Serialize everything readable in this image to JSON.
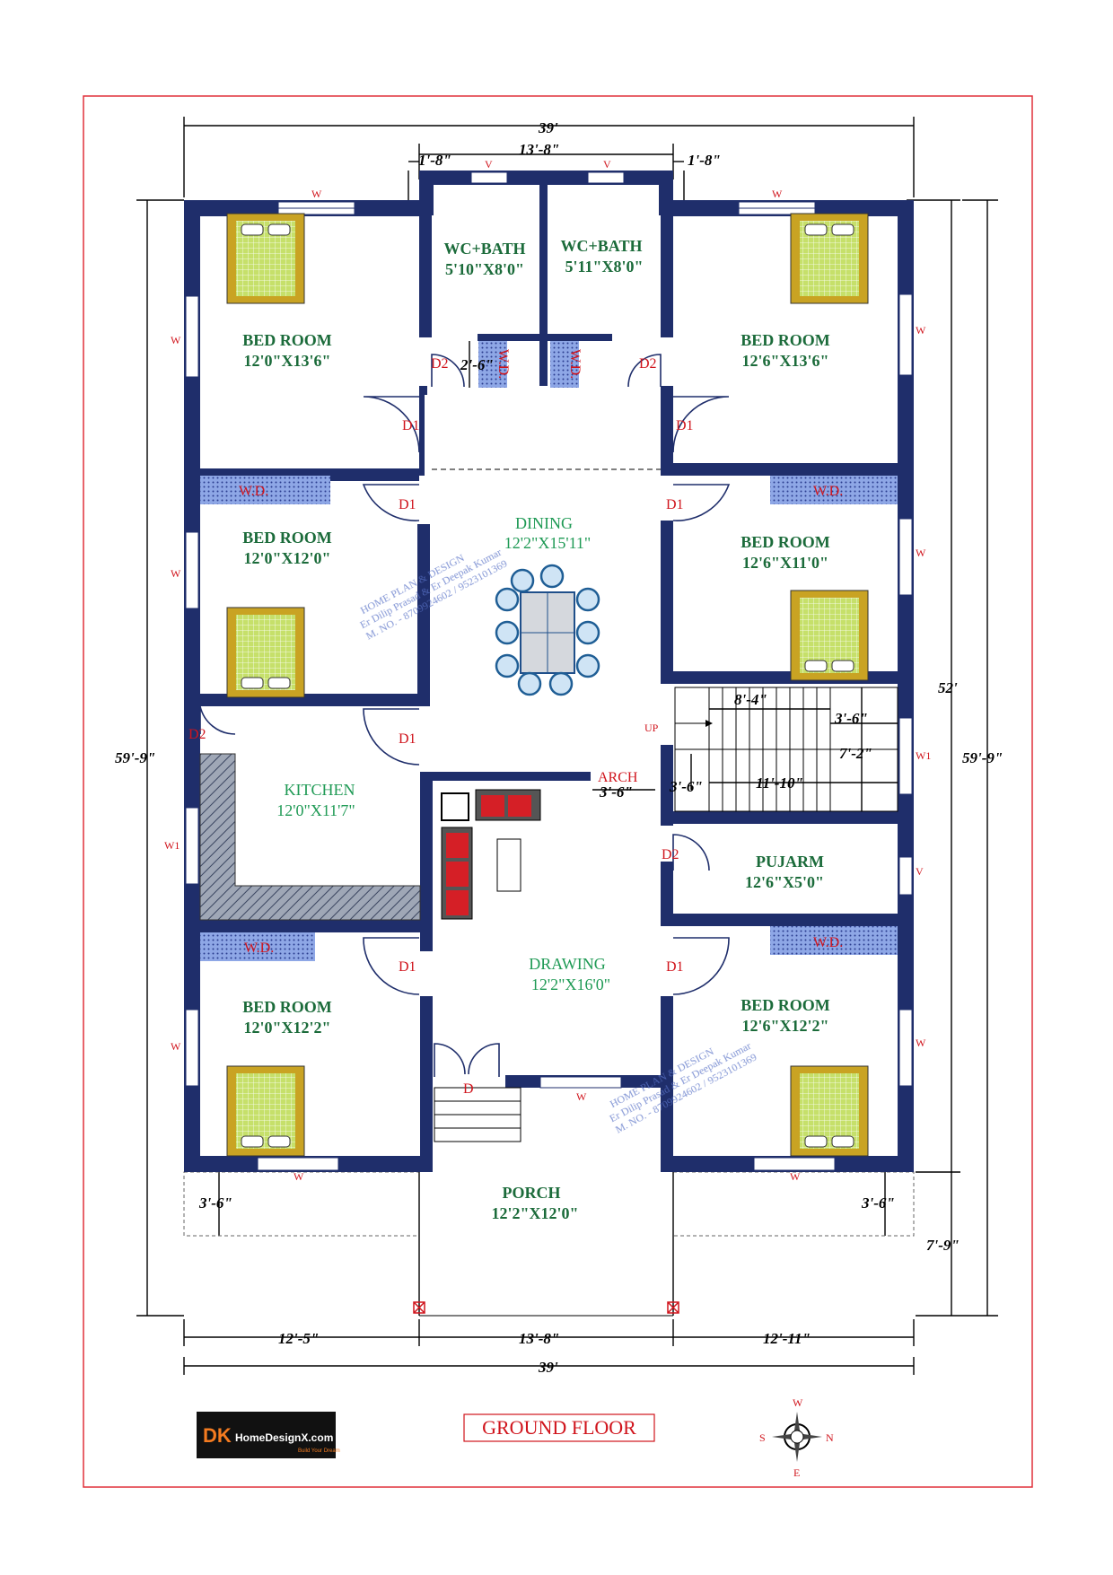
{
  "drawing": {
    "title": "GROUND FLOOR",
    "logo_text": "HomeDesignX.com",
    "logo_initials": "DK",
    "logo_tagline": "Build Your Dream",
    "watermark_lines": [
      "HOME PLAN & DESIGN",
      "Er Dilip Prasad & Er Deepak Kumar",
      "M. NO. - 8709924602 / 9523101369"
    ]
  },
  "rooms": {
    "bed_tl": {
      "name": "BED ROOM",
      "size": "12'0\"X13'6\""
    },
    "bath_l": {
      "name": "WC+BATH",
      "size": "5'10\"X8'0\""
    },
    "bath_r": {
      "name": "WC+BATH",
      "size": "5'11\"X8'0\""
    },
    "bed_tr": {
      "name": "BED ROOM",
      "size": "12'6\"X13'6\""
    },
    "bed_ml": {
      "name": "BED ROOM",
      "size": "12'0\"X12'0\""
    },
    "dining": {
      "name": "DINING",
      "size": "12'2\"X15'11\""
    },
    "bed_mr": {
      "name": "BED ROOM",
      "size": "12'6\"X11'0\""
    },
    "kitchen": {
      "name": "KITCHEN",
      "size": "12'0\"X11'7\""
    },
    "pujarm": {
      "name": "PUJARM",
      "size": "12'6\"X5'0\""
    },
    "drawing_room": {
      "name": "DRAWING",
      "size": "12'2\"X16'0\""
    },
    "bed_bl": {
      "name": "BED ROOM",
      "size": "12'0\"X12'2\""
    },
    "bed_br": {
      "name": "BED ROOM",
      "size": "12'6\"X12'2\""
    },
    "porch": {
      "name": "PORCH",
      "size": "12'2\"X12'0\""
    }
  },
  "labels": {
    "w": "W",
    "v": "V",
    "w1": "W1",
    "d": "D",
    "d1": "D1",
    "d2": "D2",
    "wd": "W.D.",
    "wd_vert": "W.D.",
    "up": "UP",
    "arch": "ARCH"
  },
  "dimensions": {
    "overall_width": "39'",
    "overall_width_bottom": "39'",
    "baths_width": "13'-8\"",
    "offset_left": "1'-8\"",
    "offset_right": "1'-8\"",
    "overall_depth_left": "59'-9\"",
    "overall_depth_right": "59'-9\"",
    "building_depth": "52'",
    "porch_depth": "7'-9\"",
    "setback_left": "3'-6\"",
    "setback_right": "3'-6\"",
    "wd_gap": "2'-6\"",
    "stair_run": "8'-4\"",
    "stair_landing": "3'-6\"",
    "stair_rise": "7'-2\"",
    "stair_width": "3'-6\"",
    "stair_total": "11'-10\"",
    "arch_width": "3'-6\"",
    "bottom_left": "12'-5\"",
    "bottom_mid": "13'-8\"",
    "bottom_right": "12'-11\""
  },
  "compass": {
    "n": "N",
    "s": "S",
    "e": "E",
    "w": "W"
  },
  "colors": {
    "wall": "#1f2e6b",
    "room_text": "#1b6b3a",
    "label_red": "#d0141c",
    "border": "#e0303a",
    "bed_frame": "#c9a323",
    "bed_mattress": "#b6d84a"
  }
}
